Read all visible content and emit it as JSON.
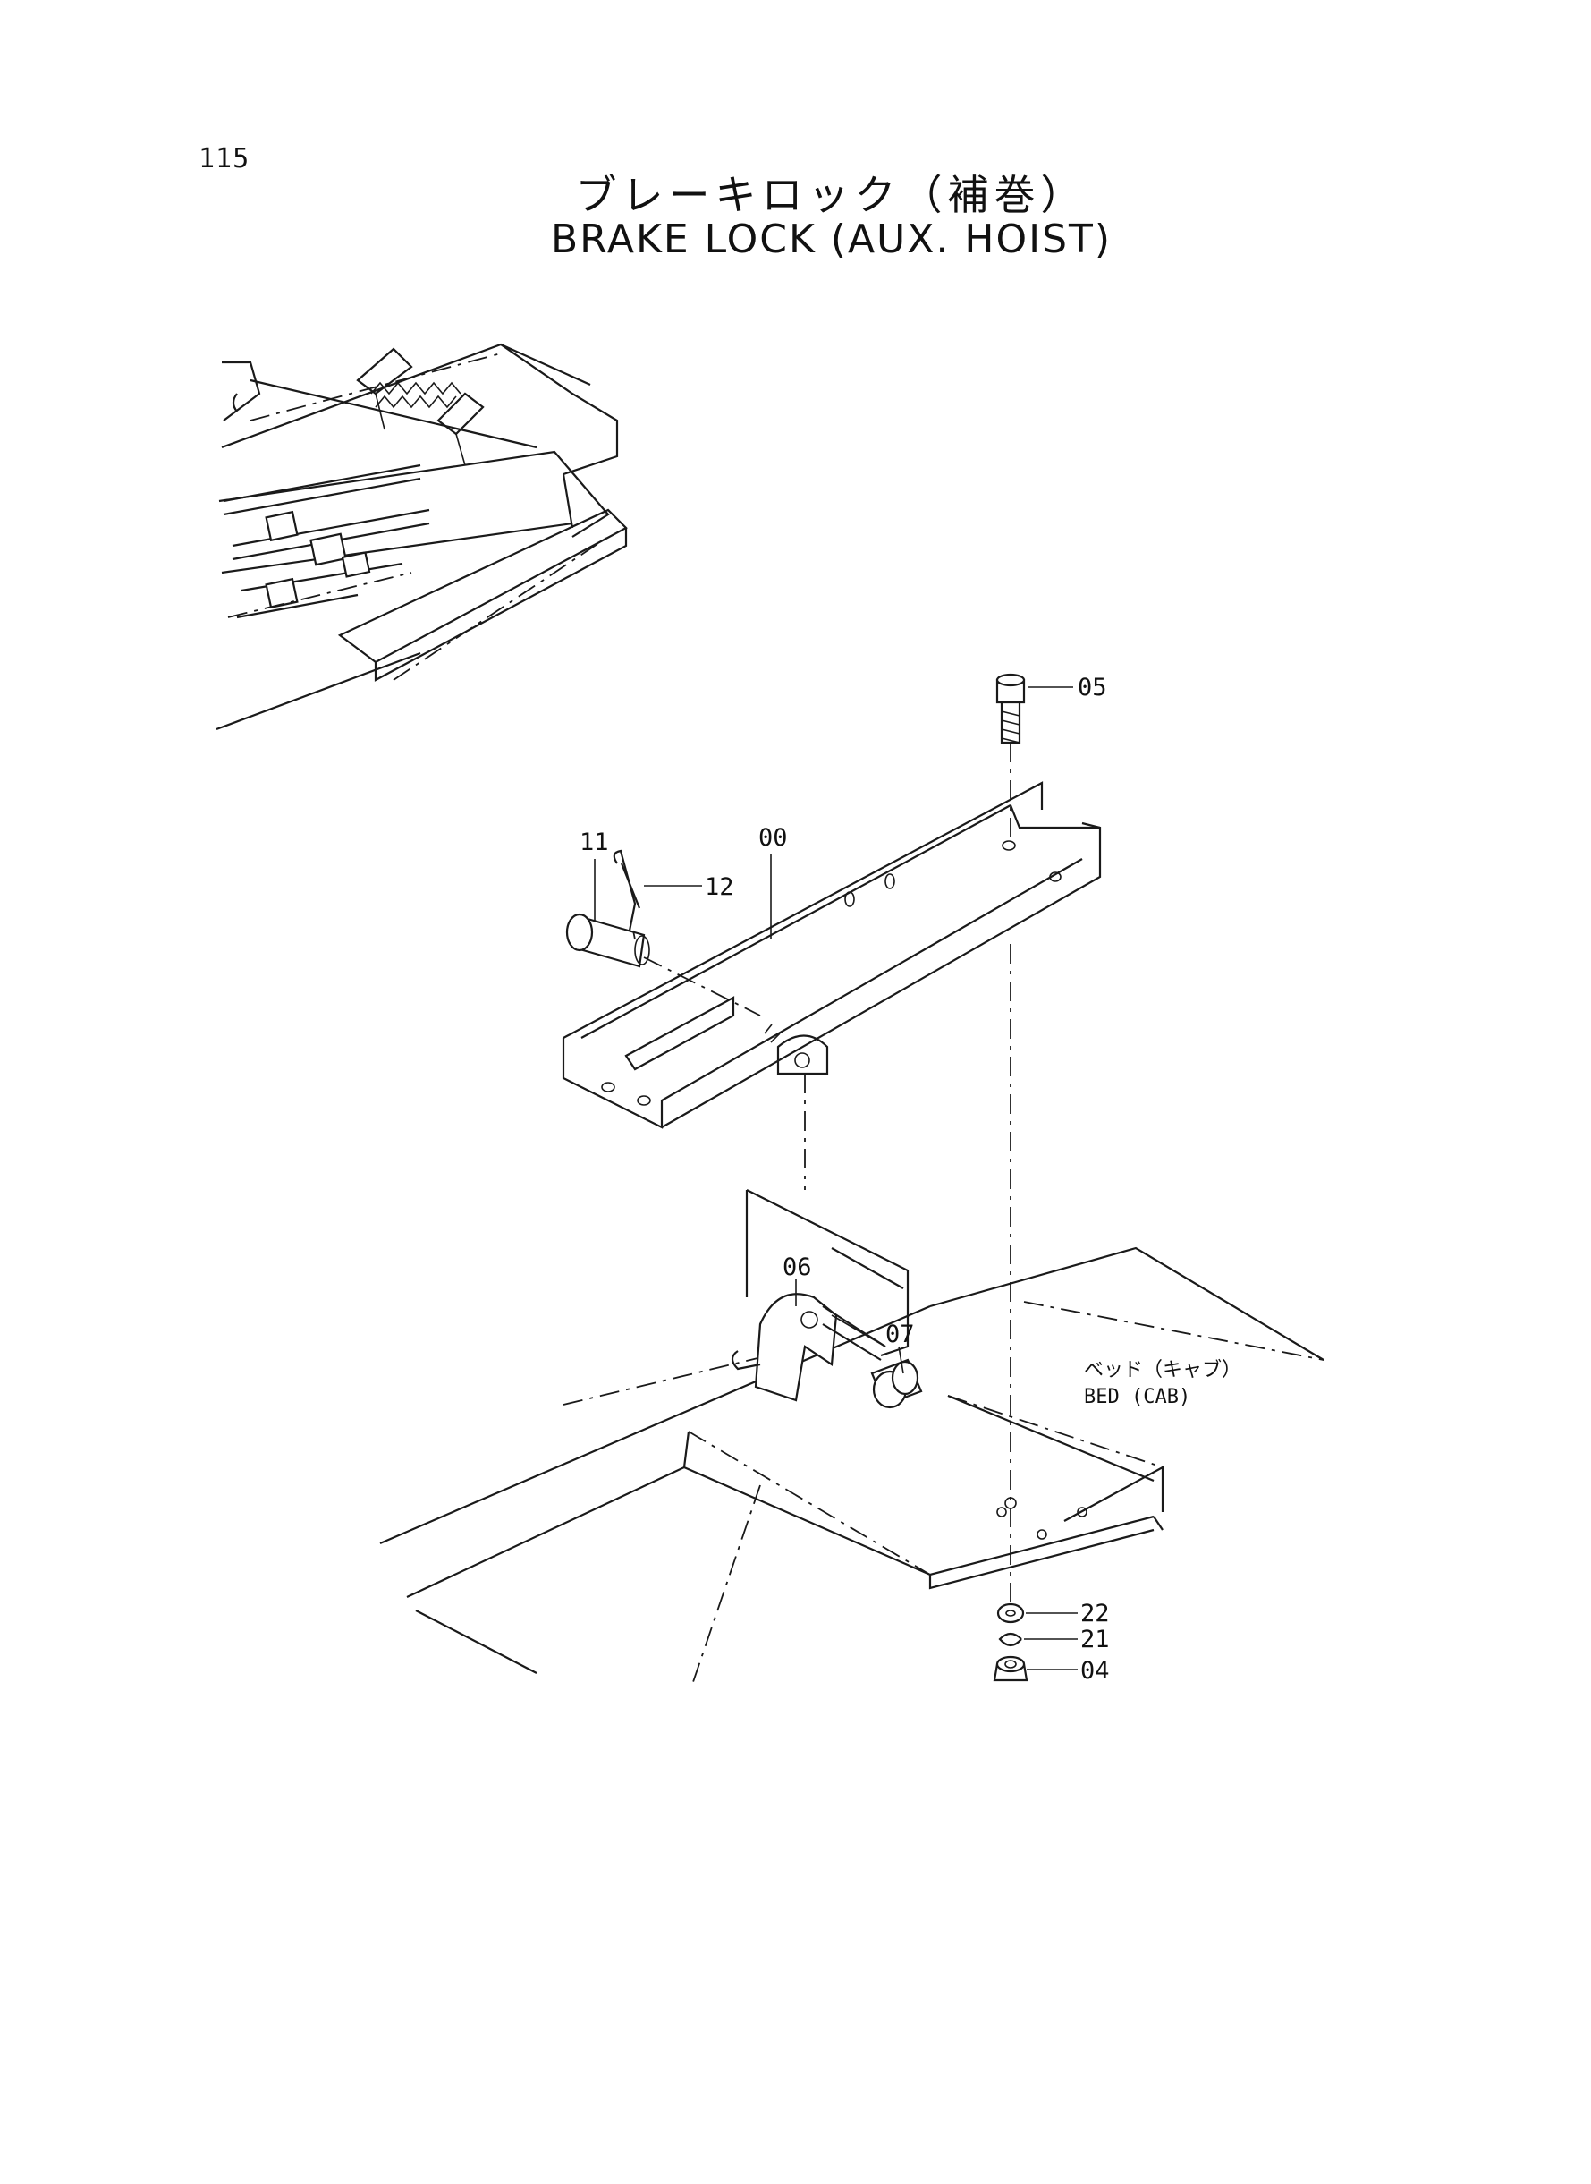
{
  "page": {
    "number": "115",
    "title_jp": "ブレーキロック（補巻）",
    "title_en": "BRAKE LOCK (AUX. HOIST)"
  },
  "callouts": {
    "c00": "00",
    "c04": "04",
    "c05": "05",
    "c06": "06",
    "c07": "07",
    "c11": "11",
    "c12": "12",
    "c21": "21",
    "c22": "22"
  },
  "reference": {
    "label_jp": "ベッド（キャブ）",
    "label_en": "BED (CAB)"
  }
}
